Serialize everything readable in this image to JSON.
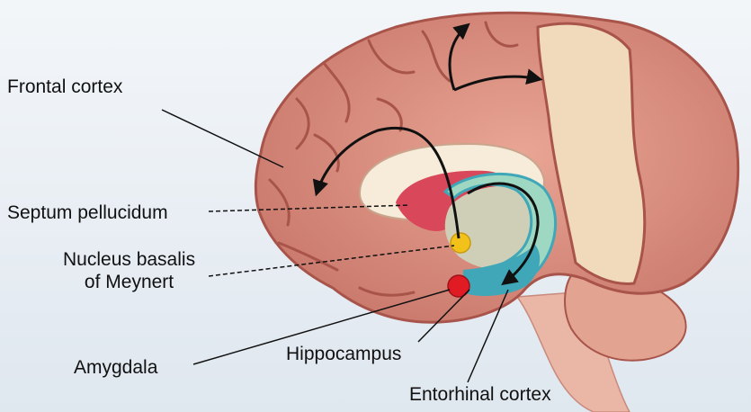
{
  "labels": {
    "frontal_cortex": "Frontal cortex",
    "septum_pellucidum": "Septum pellucidum",
    "nucleus_basalis_line1": "Nucleus basalis",
    "nucleus_basalis_line2": "of Meynert",
    "amygdala": "Amygdala",
    "hippocampus": "Hippocampus",
    "entorhinal_cortex": "Entorhinal cortex"
  },
  "colors": {
    "background": "#e6ecf2",
    "cortex": "#d9897a",
    "cortex_dark": "#a8544a",
    "cut_surface": "#f1d9bc",
    "corpus_callosum": "#f7ebd9",
    "septum": "#d9485a",
    "thalamus_region": "#cfcfb8",
    "hippocampus_teal": "#3fa7b8",
    "hippocampus_mint": "#9fd8c2",
    "nucleus_basalis": "#f2c21b",
    "amygdala": "#e01b24",
    "brainstem": "#eab6a6",
    "arrow": "#111111",
    "leader_line": "#111111"
  }
}
